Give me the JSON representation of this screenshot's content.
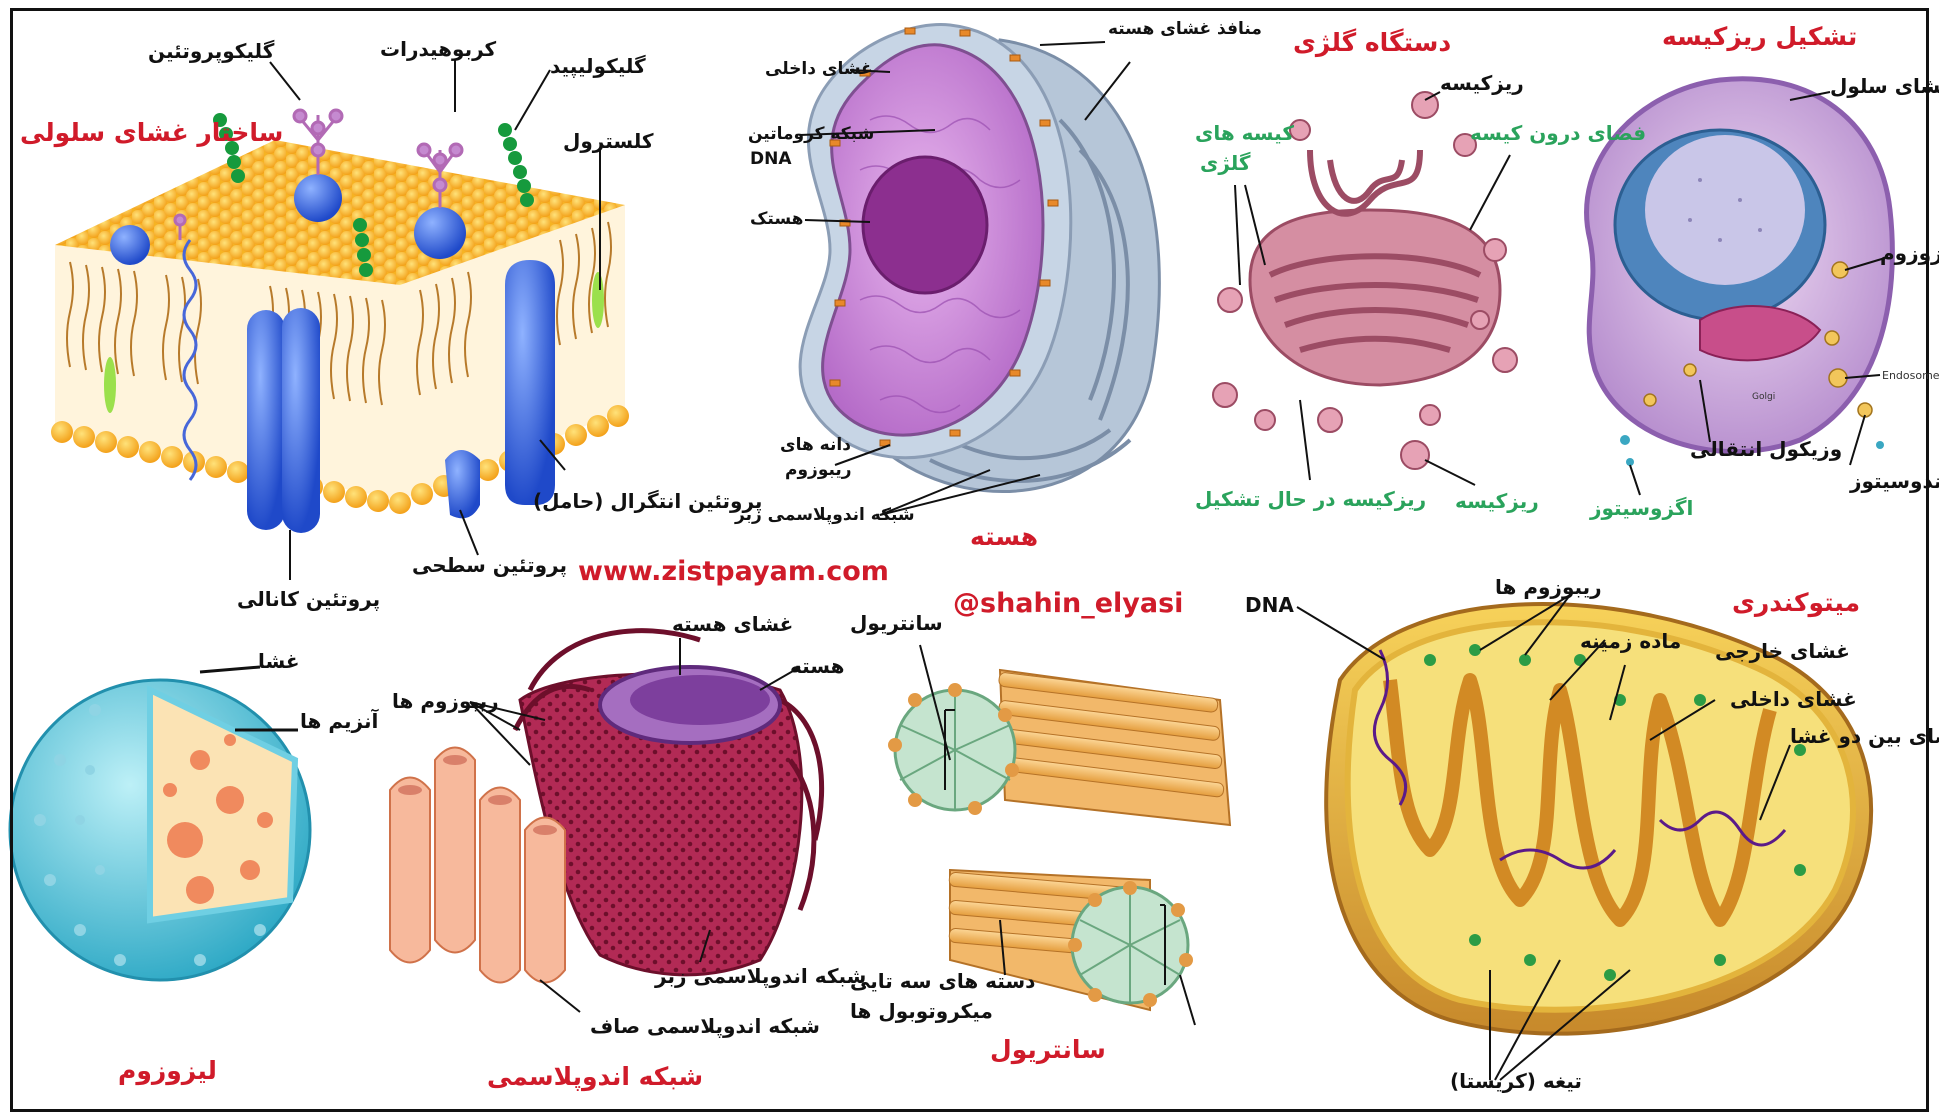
{
  "website": "www.zistpayam.com",
  "handle": "@shahin_elyasi",
  "colors": {
    "title_red": "#d01b2a",
    "green_label": "#2aa35c",
    "frame": "#111111"
  },
  "membrane": {
    "title": "ساختار غشای سلولی",
    "glycoprotein": "گلیکوپروتئین",
    "carbohydrates": "کربوهیدرات",
    "glycolipid": "گلیکولیپید",
    "cholesterol": "کلسترول",
    "integral_protein": "پروتئین انتگرال (حامل)",
    "surface_protein": "پروتئین سطحی",
    "channel_protein": "پروتئین کانالی"
  },
  "nucleus": {
    "title": "هسته",
    "pores": "منافذ غشای هسته",
    "inner_membrane": "غشای داخلی",
    "chromatin_line1": "شبکه کروماتین",
    "chromatin_line2": "DNA",
    "nucleolus": "هستک",
    "ribosomes_line1": "دانه های",
    "ribosomes_line2": "ریبوزوم",
    "rough_er": "شبکه اندوپلاسمی زبر"
  },
  "golgi": {
    "title": "دستگاه گلژی",
    "vesicle_top": "ریزکیسه",
    "sacs_line1": "کیسه های",
    "sacs_line2": "گلژی",
    "lumen": "فضای درون کیسه",
    "forming_vesicle": "ریزکیسه در حال تشکیل",
    "vesicle_bottom": "ریزکیسه"
  },
  "vesicle_formation": {
    "title": "تشکیل ریزکیسه",
    "cell_membrane": "غشای سلول",
    "lysosome": "لیزوزوم",
    "endosome": "Endosome",
    "golgi_en": "Golgi",
    "transport_vesicle": "وزیکول انتقالی",
    "exocytosis": "اگزوسیتوز",
    "endocytosis": "اندوسیتوز"
  },
  "lysosome": {
    "title": "لیزوزوم",
    "membrane": "غشا",
    "enzymes": "آنزیم ها"
  },
  "er": {
    "title": "شبکه اندوپلاسمی",
    "nuclear_membrane": "غشای هسته",
    "nucleus": "هسته",
    "ribosomes": "ریبوزوم ها",
    "rough_er": "شبکه اندوپلاسمی زبر",
    "smooth_er": "شبکه اندوپلاسمی صاف"
  },
  "centriole": {
    "title": "سانتریول",
    "centriole_label": "سانتریول",
    "triplets_line1": "دسته های سه تایی",
    "triplets_line2": "میکروتوبول ها"
  },
  "mitochondria": {
    "title": "میتوکندری",
    "dna": "DNA",
    "ribosomes": "ریبوزوم ها",
    "matrix": "ماده زمینه",
    "outer_membrane": "غشای خارجی",
    "inner_membrane": "غشای داخلی",
    "intermembrane": "فضای بین دو غشا",
    "cristae": "تیغه (کریستا)"
  }
}
